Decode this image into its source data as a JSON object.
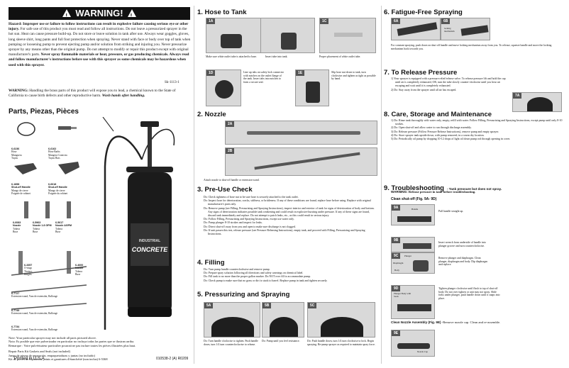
{
  "warning": {
    "title": "WARNING!",
    "para1_bold": "Hazard: Improper use or failure to follow instructions can result in explosive failure causing serious eye or other injury.",
    "para1": "For safe use of this product you must read and follow all instructions. Do not leave a pressurized sprayer in the hot sun. Heat can cause pressure build-up. Do not store or leave solution in tank after use. Always wear goggles, gloves, long sleeve shirt, long pants and full foot protection when spraying. Never stand with face or body over top of tank when pumping or loosening pump to prevent ejecting pump and/or solution from striking and injuring you. Never pressurize sprayer by any means other than the original pump. Do not attempt to modify or repair this product except with original manufacturer's parts.",
    "para1_bold2": "Never spray flammable materials or heat, pressure, or gas producing chemicals. Always read and follow manufacturer's instructions before use with this sprayer as some chemicals may be hazardous when used with this sprayer.",
    "code": "Sk-1113-1",
    "para2_lead": "WARNING:",
    "para2": "Handling the brass parts of this product will expose you to lead, a chemical known to the State of California to cause birth defects and other reproductive harm.",
    "para2_end": "Wash hands after handling."
  },
  "parts": {
    "title": "Parts, Piezas, Pièces",
    "items": [
      {
        "num": "6-6236",
        "lines": [
          "Hose",
          "Manguera",
          "Tuyau"
        ]
      },
      {
        "num": "6-6162",
        "lines": [
          "Hose Barbs",
          "Mangera Conectra",
          "Tuyau Bras"
        ]
      },
      {
        "num": "6-1898",
        "lines": [
          "Shut-off Handle",
          "Mango de cierre",
          "Poignée de robinet"
        ]
      },
      {
        "num": "6-6618",
        "lines": [
          "Shut-off Handle",
          "Mango de cierre",
          "Poignée du robinet"
        ]
      },
      {
        "num": "6-6083",
        "lines": [
          "Nozzle",
          "Tobera",
          "Buse"
        ]
      },
      {
        "num": "6-5963",
        "lines": [
          "Nozzle 1.8 GPM",
          "Tobera",
          "Buse"
        ]
      },
      {
        "num": "6-5617",
        "lines": [
          "Nozzle AGPM",
          "Tobera",
          "Buse"
        ]
      },
      {
        "num": "6-3357",
        "lines": [
          "O-rings",
          "Tiratacs",
          "Jungles"
        ]
      },
      {
        "num": "6-4600",
        "lines": [
          "Nozzle",
          "Tobera",
          "Buse"
        ]
      },
      {
        "num": "6-7727",
        "lines": [
          "Extension wand, Vara de extensión, Rallonge"
        ]
      },
      {
        "num": "6-7749",
        "lines": [
          "Extension wand, Vara de extensión, Rallonge"
        ]
      },
      {
        "num": "6-7734",
        "lines": [
          "Extension wand, Vara de extensión, Rallonge"
        ]
      }
    ],
    "tank_brand": "CONCRETE",
    "tank_sub": "INDUSTRIAL"
  },
  "notes": [
    "Note: Your particular sprayer may not include all parts pictured above.",
    "Nota: Es posible que este pulverizador en particular no incluya todas las partes que se ilustran arriba.",
    "Remarque : Votre pulvérisateur particulier pourrait ne pas inclure toutes les pièces illustrées plus haut.",
    "Repair Parts Kit Gaskets and Seals (not included)",
    "Juego de piezas de reparación, empaquetaduras y juntas (no incluido)",
    "Kit de pièces de réparation, joints et garnitures d'étanchéité (non inclus)   6-5368"
  ],
  "footer": {
    "printed": "Printed in U.S.A.",
    "partno": "010538-2 (A) R0209"
  },
  "s1": {
    "title": "1. Hose to Tank",
    "labels": [
      "1A",
      "1C",
      "1D",
      "1E"
    ],
    "caps": [
      "Make sure white outlet tube is attached to base.",
      "Insert tube into tank.",
      "Proper placement of white outlet tube.",
      "Line up tabs on safety lock connector with notches on the outlet flange of the tank. Insert tabs into notches to form a secure seal.",
      "Slip hose nut down to tank, turn clockwise and tighten as tight as possible by hand."
    ]
  },
  "s2": {
    "title": "2. Nozzle",
    "labels": [
      "2A",
      "2B"
    ],
    "cap": "Attach nozzle to shut-off handle or extension wand."
  },
  "s3": {
    "title": "3. Pre-Use Check",
    "items": [
      "Do: Check tightness of hose nut to be sure hose is securely attached to the tank outlet.",
      "Do: Inspect hose for deterioration, cracks, stiffness, or brittleness. If any of these conditions are found, replace hose before using. Replace with original manufacturer's parts only.",
      "Do: Remove pump (see Filling, Pressurizing and Spraying Instructions), inspect interior and exterior of tank for signs of deterioration of body and bottom. Any signs of deterioration indicates possible tank weakening and could result in explosive bursting under pressure. If any of these signs are found, discard tank immediately and replace. Do not attempt to patch leaks, etc., as this could result in serious injury.",
      "Do: Follow Filling, Pressurizing and Spraying Instructions, except use water only.",
      "Do: Pump plunger 8-10 strokes and inspect for leaks.",
      "Do: Direct shut-off away from you and open to make sure discharge is not clogged.",
      "Do: If unit passes this test, release pressure (see Pressure Releasing Instructions), empty tank, and proceed with Filling, Pressurizing and Spraying Instructions."
    ]
  },
  "s4": {
    "title": "4. Filling",
    "items": [
      "Do: Turn pump handle counterclockwise and remove pump.",
      "Do: Prepare spray solution following all directions and safety warnings on chemical label.",
      "Do: Fill tank to no more than the proper gallon marker. Do NOT over fill to accommodate pump.",
      "Do: Check pump to make sure that no grass or dirt is stuck to barrel. Replace pump in tank and tighten securely."
    ]
  },
  "s5": {
    "title": "5. Pressurizing and Spraying",
    "labels": [
      "5A",
      "5B",
      "5C"
    ],
    "caps": [
      "Do: Turn handle clockwise to tighten. Push handle down, turn 1/4 turn counterclockwise to release.",
      "Do: Pump until you feel resistance.",
      "Do: Push handle down, turn 1/4 turn clockwise to lock. Begin spraying. Re-pump sprayer as required to maintain spray force."
    ]
  },
  "s6": {
    "title": "6. Fatigue-Free Spraying",
    "labels": [
      "6A",
      "6B"
    ],
    "tag": "locking mechanism",
    "cap": "For constant spraying, push down on shut-off handle and move locking mechanism away from you. To release, squeeze handle and move the locking mechanism back towards you."
  },
  "s7": {
    "title": "7. To Release Pressure",
    "label": "7A",
    "items": [
      "1) Your sprayer is equipped with a pressure relief/release valve. To release pressure lift and hold the cap until air is completely exhausted, OR, turn the tube slowly counter-clockwise until you hear air escaping and wait until it is completely exhausted.",
      "2) Do: Stay away from the sprayer until all air has escaped."
    ]
  },
  "s8": {
    "title": "8. Care, Storage and Maintenance",
    "items": [
      "1) Do: Rinse tank thoroughly with water only, empty, refill with water. Follow Filling, Pressurizing and Spraying Instructions, except pump until only 8-10 strokes.",
      "2) Do: Open shut-off and allow water to run through discharge assembly.",
      "3) Do: Release pressure (Follow Pressure Release Instructions), remove pump and empty sprayer.",
      "4) Do: Store sprayer tank upside down, with pump removed, in a warm dry location.",
      "5) Do: Periodically oil pump by dropping 10-12 drops of light oil down pump rod through opening in cover."
    ]
  },
  "s9": {
    "title": "9. Troubleshooting",
    "title_note": "- Tank pressure but does not spray.",
    "warning": "WARNING:",
    "warning_text": "Release pressure in tank before troubleshooting.",
    "clean": "Clean shut-off (Fig. 9A- 9D)",
    "labels": [
      "9A",
      "9B",
      "9C",
      "9D",
      "9E"
    ],
    "tags": [
      "Handle",
      "Plunger",
      "Diaphragm",
      "Body",
      "Plunger Body with Seals",
      "Nozzle Cap"
    ],
    "caps": [
      "Pull handle straight up.",
      "Insert wrench from underside of handle into plunger groove and turn counterclockwise.",
      "Remove plunger and diaphragm. Clean plunger, diaphragm and body. Dip diaphragm and replace.",
      "Tighten plunger clockwise until flush to top of shut-off body. Do not over tighten or unit may not spray. Slide forks under plunger, push handle down until it snaps into place."
    ],
    "clean2": "Clean Nozzle Assembly (Fig. 9E)",
    "clean2_text": "-Remove nozzle cap. Clean and re-assemble."
  }
}
